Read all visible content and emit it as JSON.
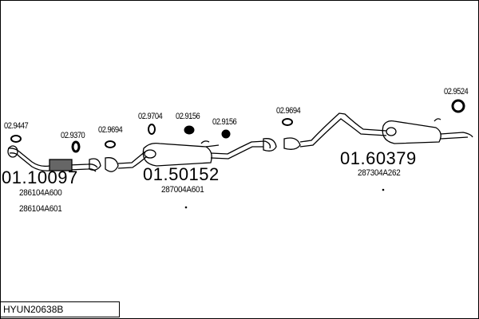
{
  "small_parts": [
    {
      "code": "02.9447"
    },
    {
      "code": "02.9370"
    },
    {
      "code": "02.9694"
    },
    {
      "code": "02.9704"
    },
    {
      "code": "02.9156"
    },
    {
      "code": "02.9156"
    },
    {
      "code": "02.9694"
    },
    {
      "code": "02.9524"
    }
  ],
  "main_parts": [
    {
      "code": "01.10097",
      "oem": [
        "286104A600",
        "286104A601"
      ]
    },
    {
      "code": "01.50152",
      "oem": [
        "287004A601"
      ]
    },
    {
      "code": "01.60379",
      "oem": [
        "287304A262"
      ]
    }
  ],
  "reference": "HYUN20638B"
}
